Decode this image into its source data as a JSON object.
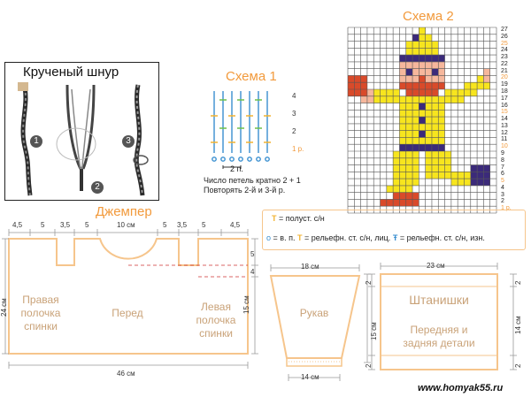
{
  "cord_panel": {
    "title": "Крученый шнур",
    "steps": [
      "1",
      "2",
      "3"
    ]
  },
  "scheme1": {
    "title": "Схема 1",
    "rows": [
      "4",
      "3",
      "2",
      "1 р."
    ],
    "stitch_count": "2 п.",
    "note_line1": "Число петель кратно 2 + 1",
    "note_line2": "Повторять 2-й и 3-й р."
  },
  "scheme2": {
    "title": "Схема 2",
    "row_numbers": [
      "27",
      "26",
      "25",
      "24",
      "23",
      "22",
      "21",
      "20",
      "19",
      "18",
      "17",
      "16",
      "15",
      "14",
      "13",
      "12",
      "11",
      "10",
      "9",
      "8",
      "7",
      "6",
      "5",
      "4",
      "3",
      "2",
      "1 р."
    ],
    "highlighted_rows": [
      "25",
      "20",
      "15",
      "10",
      "5",
      "1 р."
    ],
    "grid_cols": 23,
    "grid_rows": 27,
    "colors": {
      "yellow": "#f7e51e",
      "purple": "#3b2a7a",
      "red": "#d94a2a",
      "skin": "#f6b79c",
      "grid": "#555555"
    }
  },
  "legend": {
    "item1": "= полуст. с/н",
    "item2_a": "= в. п.",
    "item2_b": "= рельефн. ст. с/н, лиц.",
    "item2_c": "= рельефн. ст. с/н, изн."
  },
  "sweater": {
    "title": "Джемпер",
    "top_dims": [
      "4,5",
      "5",
      "3,5",
      "5",
      "10 см",
      "5",
      "3,5",
      "5",
      "4,5"
    ],
    "right_dims": [
      "5",
      "4",
      "15 см"
    ],
    "left_dim": "24 см",
    "bottom_dim": "46 см",
    "label_left": [
      "Правая",
      "полочка",
      "спинки"
    ],
    "label_center": "Перед",
    "label_right": [
      "Левая",
      "полочка",
      "спинки"
    ]
  },
  "sleeve": {
    "label": "Рукав",
    "top_dim": "18 см",
    "bottom_dim": "14 см",
    "side_dim": "15 см"
  },
  "pants": {
    "label": "Штанишки",
    "sublabel1": "Передняя и",
    "sublabel2": "задняя детали",
    "top_dim": "23 см",
    "right_dims": [
      "2",
      "14 см",
      "2"
    ],
    "left_dims": [
      "2",
      "2"
    ]
  },
  "footer": {
    "url": "www.homyak55.ru"
  }
}
